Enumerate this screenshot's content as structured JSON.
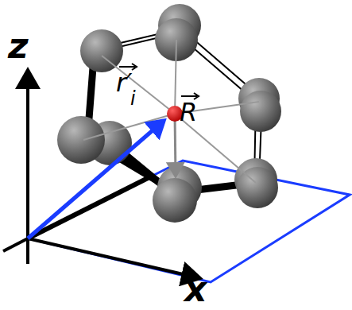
{
  "diagram": {
    "labels": [
      "z",
      "x",
      "r′",
      "i",
      "R"
    ]
  }
}
